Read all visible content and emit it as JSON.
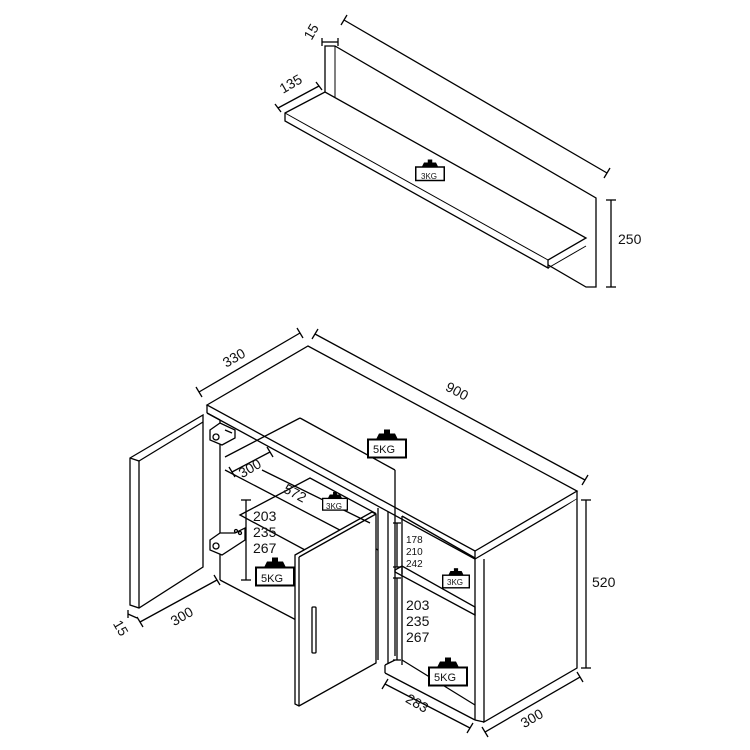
{
  "shelf": {
    "dim_length": "",
    "dim_thickness": "15",
    "dim_depth": "135",
    "dim_height": "250",
    "weight": "3KG"
  },
  "cabinet": {
    "dim_depth": "330",
    "dim_width": "900",
    "dim_height": "520",
    "dim_door_width": "300",
    "dim_door_thickness": "15",
    "dim_inner_depth": "300",
    "dim_inner_width": "572",
    "dim_right_depth": "300",
    "dim_right_width": "283",
    "left_shelf_heights": [
      "203",
      "235",
      "267"
    ],
    "right_upper_heights": [
      "178",
      "210",
      "242"
    ],
    "right_lower_heights": [
      "203",
      "235",
      "267"
    ],
    "weight_top": "5KG",
    "weight_left_shelf": "3KG",
    "weight_left_bottom": "5KG",
    "weight_right_shelf": "3KG",
    "weight_right_bottom": "5KG"
  }
}
